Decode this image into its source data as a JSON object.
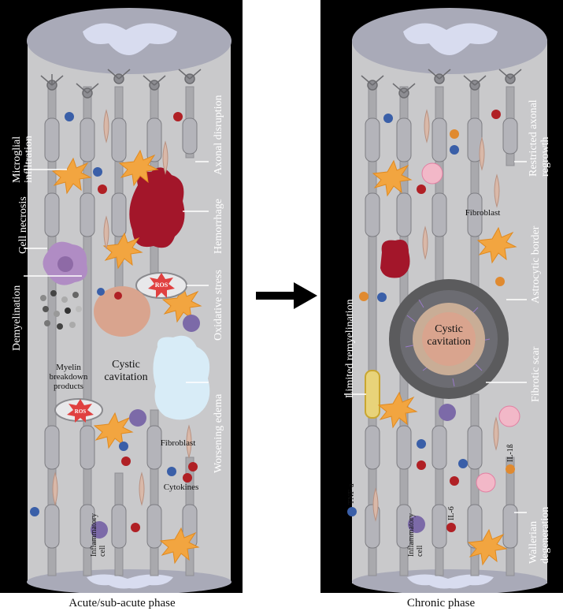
{
  "captions": {
    "left": "Acute/sub-acute phase",
    "right": "Chronic phase"
  },
  "left_panel": {
    "side_labels": {
      "microglial_1": "Microglial",
      "microglial_2": "infiltration",
      "cell_necrosis": "Cell necrosis",
      "demyelination": "Demyelination",
      "axonal_disruption": "Axonal disruption",
      "hemorrhage": "Hemorrhage",
      "oxidative_stress": "Oxidative stress",
      "worsening_edema": "Worsening edema"
    },
    "inner_labels": {
      "ros": "ROS",
      "ros2": "ROS",
      "myelin_1": "Myelin",
      "myelin_2": "breakdown",
      "myelin_3": "products",
      "cystic_1": "Cystic",
      "cystic_2": "cavitation",
      "fibroblast": "Fibroblast",
      "cytokines": "Cytokines",
      "inflammatory_1": "Inflammatory",
      "inflammatory_2": "cell"
    }
  },
  "right_panel": {
    "side_labels": {
      "limited_remyelination": "Limited remyelination",
      "restricted_1": "Restricted axonal",
      "restricted_2": "regrowth",
      "astrocytic_border": "Astrocytic border",
      "fibrotic_scar": "Fibrotic scar",
      "wallerian_1": "Wallerian",
      "wallerian_2": "degeneration"
    },
    "inner_labels": {
      "fibroblast": "Fibroblast",
      "cystic_1": "Cystic",
      "cystic_2": "cavitation",
      "tnf": "TNF-a",
      "il6": "IL-6",
      "il1b": "IL-1ß",
      "inflammatory_1": "Inflammatory",
      "inflammatory_2": "cell"
    }
  },
  "colors": {
    "background": "#000000",
    "cord": "#c9c9cb",
    "spinal_section": "#a9aab8",
    "grey_matter": "#d8dcef",
    "hemorrhage": "#a3162a",
    "astrocyte": "#f2a540",
    "necrotic_cell": "#b08cc4",
    "cyst": "#d9a48e",
    "edema": "#d8ecf7",
    "scar": "#5b5b5d",
    "arrow": "#000000"
  }
}
